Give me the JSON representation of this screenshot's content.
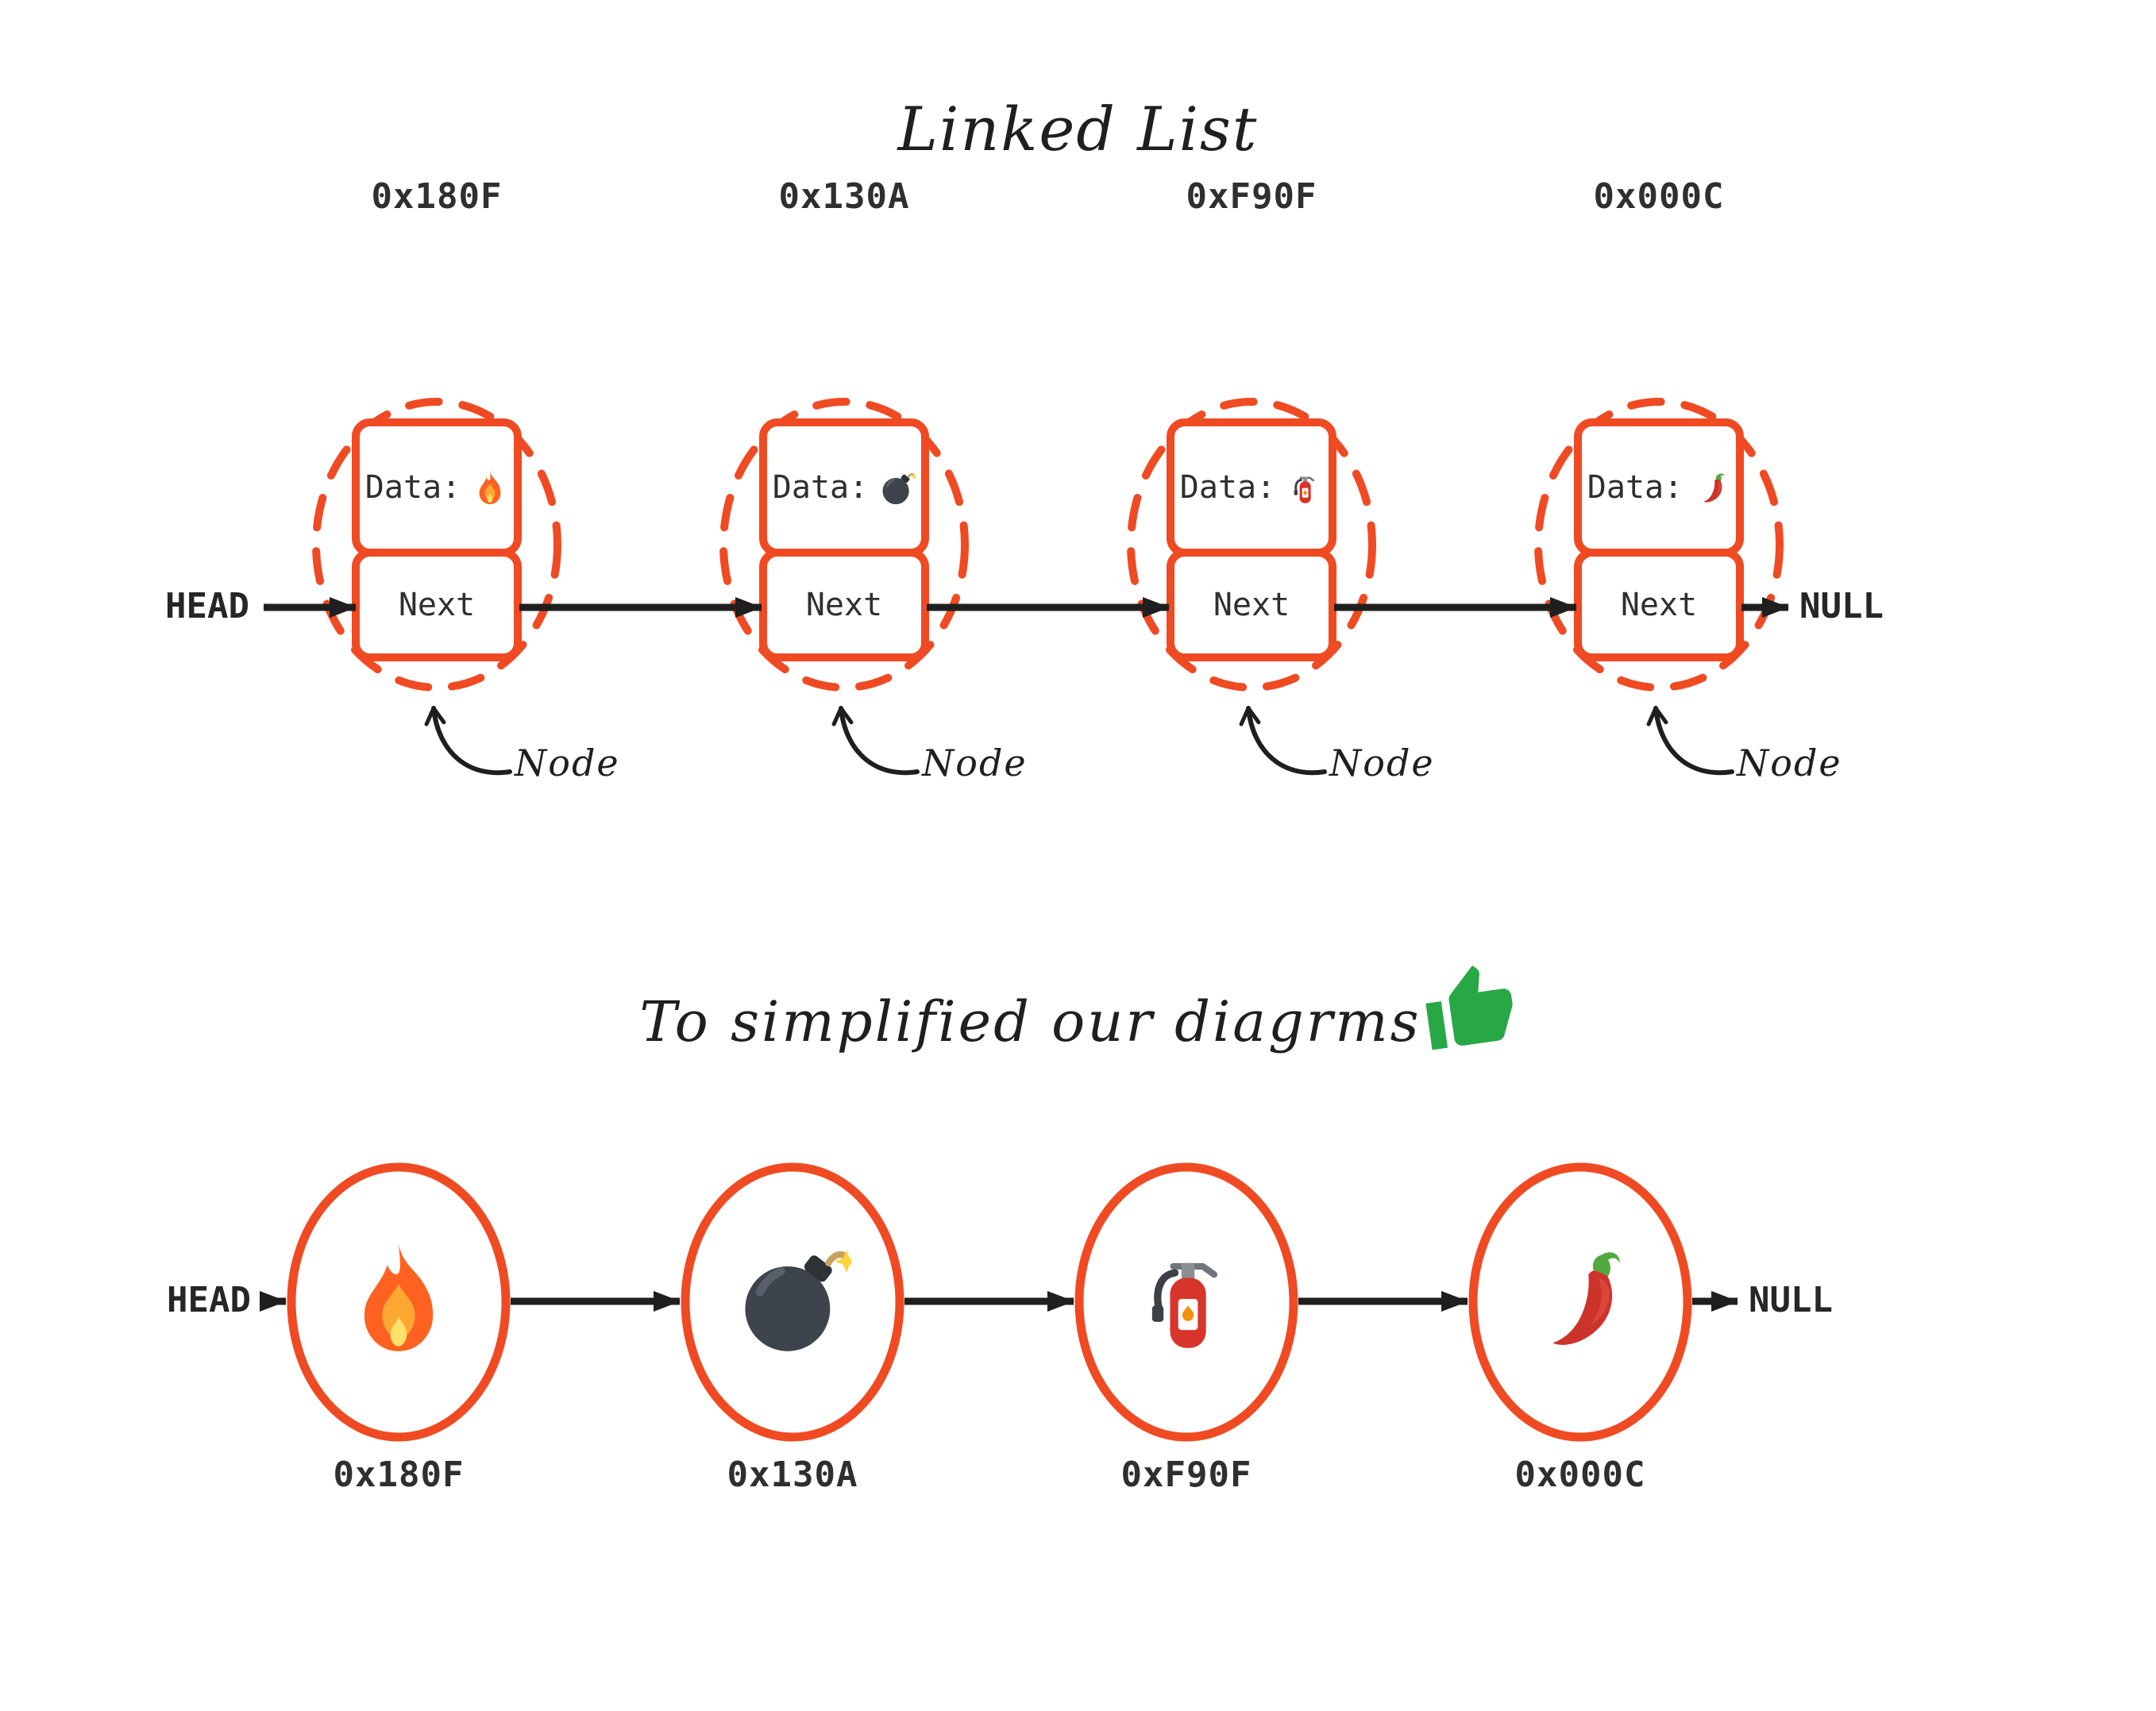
{
  "colors": {
    "accent_orange": "#F04A23",
    "arrow_ink": "#1F1F1F",
    "label_text": "#2F2F2F",
    "thumb_green": "#28A745"
  },
  "top": {
    "title": "Linked List",
    "head_label": "HEAD",
    "null_label": "NULL",
    "data_label": "Data:",
    "next_label": "Next",
    "node_annotation": "Node",
    "nodes": [
      {
        "address": "0x180F",
        "data_icon": "fire"
      },
      {
        "address": "0x130A",
        "data_icon": "bomb"
      },
      {
        "address": "0xF90F",
        "data_icon": "fire-extinguisher"
      },
      {
        "address": "0x000C",
        "data_icon": "chili-pepper"
      }
    ]
  },
  "bottom": {
    "title": "To simplified our diagrms",
    "title_icon": "thumbs-up",
    "head_label": "HEAD",
    "null_label": "NULL",
    "nodes": [
      {
        "address": "0x180F",
        "icon": "fire"
      },
      {
        "address": "0x130A",
        "icon": "bomb"
      },
      {
        "address": "0xF90F",
        "icon": "fire-extinguisher"
      },
      {
        "address": "0x000C",
        "icon": "chili-pepper"
      }
    ]
  }
}
